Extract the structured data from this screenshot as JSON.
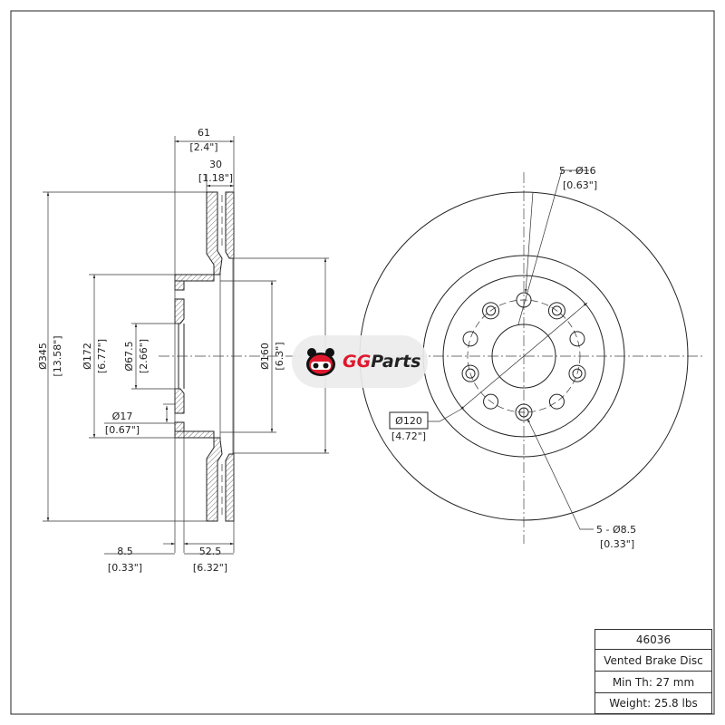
{
  "drawing": {
    "side_view_dims": {
      "overall_width": {
        "value": "61",
        "inch": "[2.4\"]"
      },
      "rotor_thickness": {
        "value": "30",
        "inch": "[1.18\"]"
      },
      "outer_diameter": {
        "value": "Ø345",
        "inch": "[13.58\"]"
      },
      "hat_diameter": {
        "value": "Ø172",
        "inch": "[6.77\"]"
      },
      "center_bore": {
        "value": "Ø67.5",
        "inch": "[2.66\"]"
      },
      "hole_diameter": {
        "value": "Ø17",
        "inch": "[0.67\"]"
      },
      "inner_diameter": {
        "value": "Ø160",
        "inch": "[6.3\"]"
      },
      "hub_thickness": {
        "value": "8.5",
        "inch": "[0.33\"]"
      },
      "offset": {
        "value": "52.5",
        "inch": "[6.32\"]"
      }
    },
    "face_view_dims": {
      "large_holes": {
        "value": "5 - Ø16",
        "inch": "[0.63\"]"
      },
      "small_holes": {
        "value": "5 - Ø8.5",
        "inch": "[0.33\"]"
      },
      "bolt_circle": {
        "value": "Ø120",
        "inch": "[4.72\"]"
      }
    }
  },
  "title_block": {
    "part_number": "46036",
    "description": "Vented Brake Disc",
    "min_thickness": "Min Th: 27 mm",
    "weight": "Weight: 25.8 lbs"
  },
  "logo": {
    "text_red": "GG",
    "text_dark": "Parts",
    "brand_color": "#e0182d"
  }
}
